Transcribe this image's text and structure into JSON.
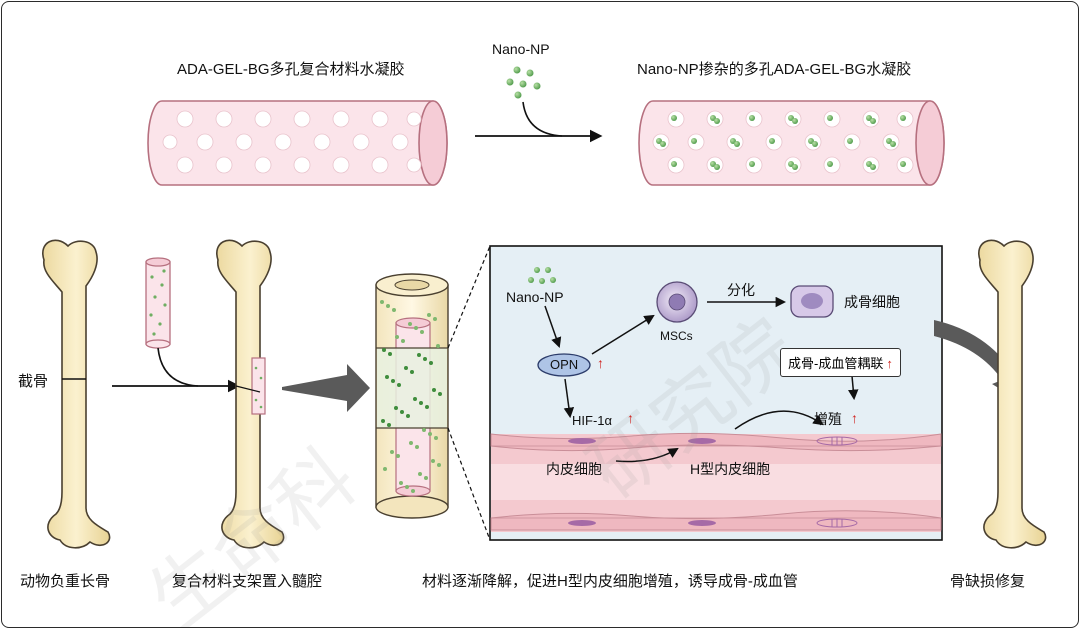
{
  "top": {
    "left_label": "ADA-GEL-BG多孔复合材料水凝胶",
    "nano_label": "Nano-NP",
    "right_label": "Nano-NP掺杂的多孔ADA-GEL-BG水凝胶"
  },
  "steps": {
    "cut_label": "截骨",
    "step1": "动物负重长骨",
    "step2": "复合材料支架置入髓腔",
    "step3": "材料逐渐降解，促进H型内皮细胞增殖，诱导成骨-成血管",
    "step4": "骨缺损修复"
  },
  "inset": {
    "nano": "Nano-NP",
    "opn": "OPN",
    "msc": "MSCs",
    "diff": "分化",
    "osteoblast": "成骨细胞",
    "coupling": "成骨-成血管耦联",
    "hif": "HIF-1α",
    "prolif": "增殖",
    "endo": "内皮细胞",
    "h_endo": "H型内皮细胞",
    "up_arrow": "↑"
  },
  "watermark": {
    "text1": "生命科",
    "text2": "研究院"
  },
  "colors": {
    "tube_fill": "#fbe4ea",
    "tube_stroke": "#b6707f",
    "np_green": "#79b970",
    "bone": "#f6e6b8",
    "bone_stroke": "#4a4030",
    "inset_bg": "#e5eff5",
    "vessel": "#f4c9cf",
    "cell_purple": "#c5b3d8",
    "up_red": "#d0231e"
  }
}
